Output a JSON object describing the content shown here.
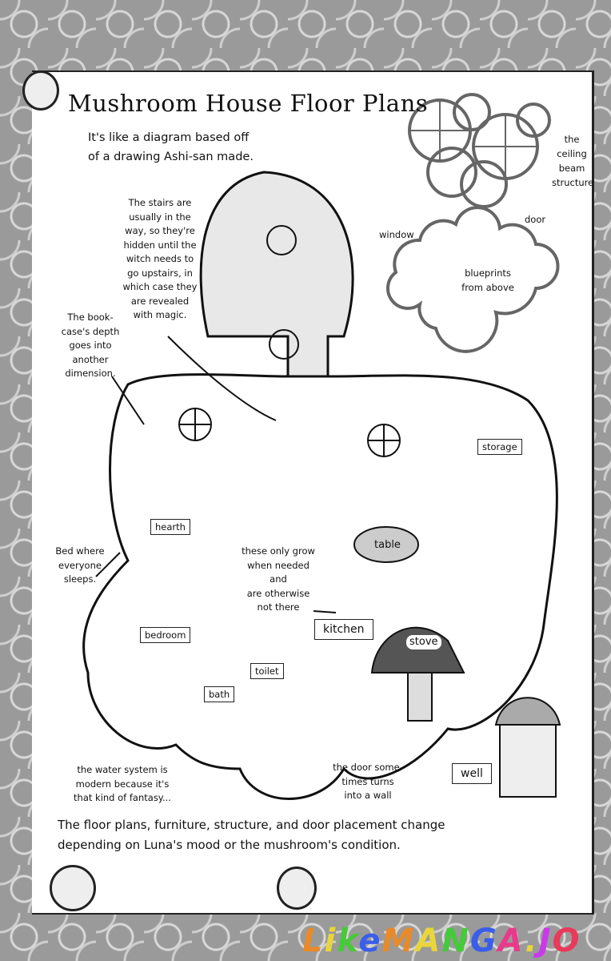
{
  "page": {
    "title": "Mushroom House Floor Plans",
    "subtitle_lines": [
      "It's like a diagram based off",
      "of a drawing Ashi-san made."
    ]
  },
  "annotations": {
    "stairs": [
      "The stairs are",
      "usually in the",
      "way, so they're",
      "hidden until the",
      "witch needs to",
      "go upstairs, in",
      "which case they",
      "are revealed",
      "with magic."
    ],
    "bookcase": [
      "The book-",
      "case's depth",
      "goes into",
      "another",
      "dimension."
    ],
    "bed": [
      "Bed where",
      "everyone",
      "sleeps."
    ],
    "chairs": [
      "these only grow",
      "when needed and",
      "are otherwise",
      "not there"
    ],
    "water": [
      "the water system is",
      "modern because it's",
      "that kind of fantasy..."
    ],
    "door": [
      "the door some-",
      "times turns",
      "into a wall"
    ],
    "ceiling": [
      "the",
      "ceiling",
      "beam",
      "structure"
    ],
    "window": "window",
    "door_top": "door",
    "blueprint": [
      "blueprints",
      "from above"
    ]
  },
  "room_labels": {
    "hearth": "hearth",
    "storage": "storage",
    "table": "table",
    "bedroom": "bedroom",
    "kitchen": "kitchen",
    "stove": "stove",
    "toilet": "toilet",
    "bath": "bath",
    "well": "well"
  },
  "footer_lines": [
    "The floor plans, furniture, structure, and door placement change",
    "depending on Luna's mood or the mushroom's condition."
  ],
  "watermark": {
    "text_parts": [
      "L",
      "i",
      "k",
      "e",
      "M",
      "A",
      "N",
      "G",
      "A",
      ".",
      "J",
      "O"
    ],
    "colors": [
      "#e88a2a",
      "#e8d63a",
      "#46c93a",
      "#3a5ee8",
      "#e88a2a",
      "#e8d63a",
      "#46c93a",
      "#3a5ee8",
      "#e83a8a",
      "#e8d63a",
      "#c93ae8",
      "#e83a5a"
    ]
  }
}
